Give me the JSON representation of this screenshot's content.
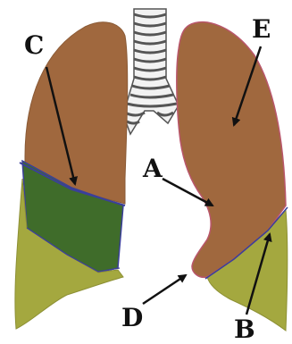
{
  "diagram": {
    "labels": {
      "a": "A",
      "b": "B",
      "c": "C",
      "d": "D",
      "e": "E"
    },
    "colors": {
      "upper_lobe": "#a0683e",
      "middle_lobe": "#3f6c2a",
      "lower_lobe": "#a4a83f",
      "lung_outline": "#b9566b",
      "fissure": "#3b3f9a",
      "trachea": "#f2f2f2",
      "trachea_rings": "#555555",
      "arrow": "#111111"
    }
  }
}
